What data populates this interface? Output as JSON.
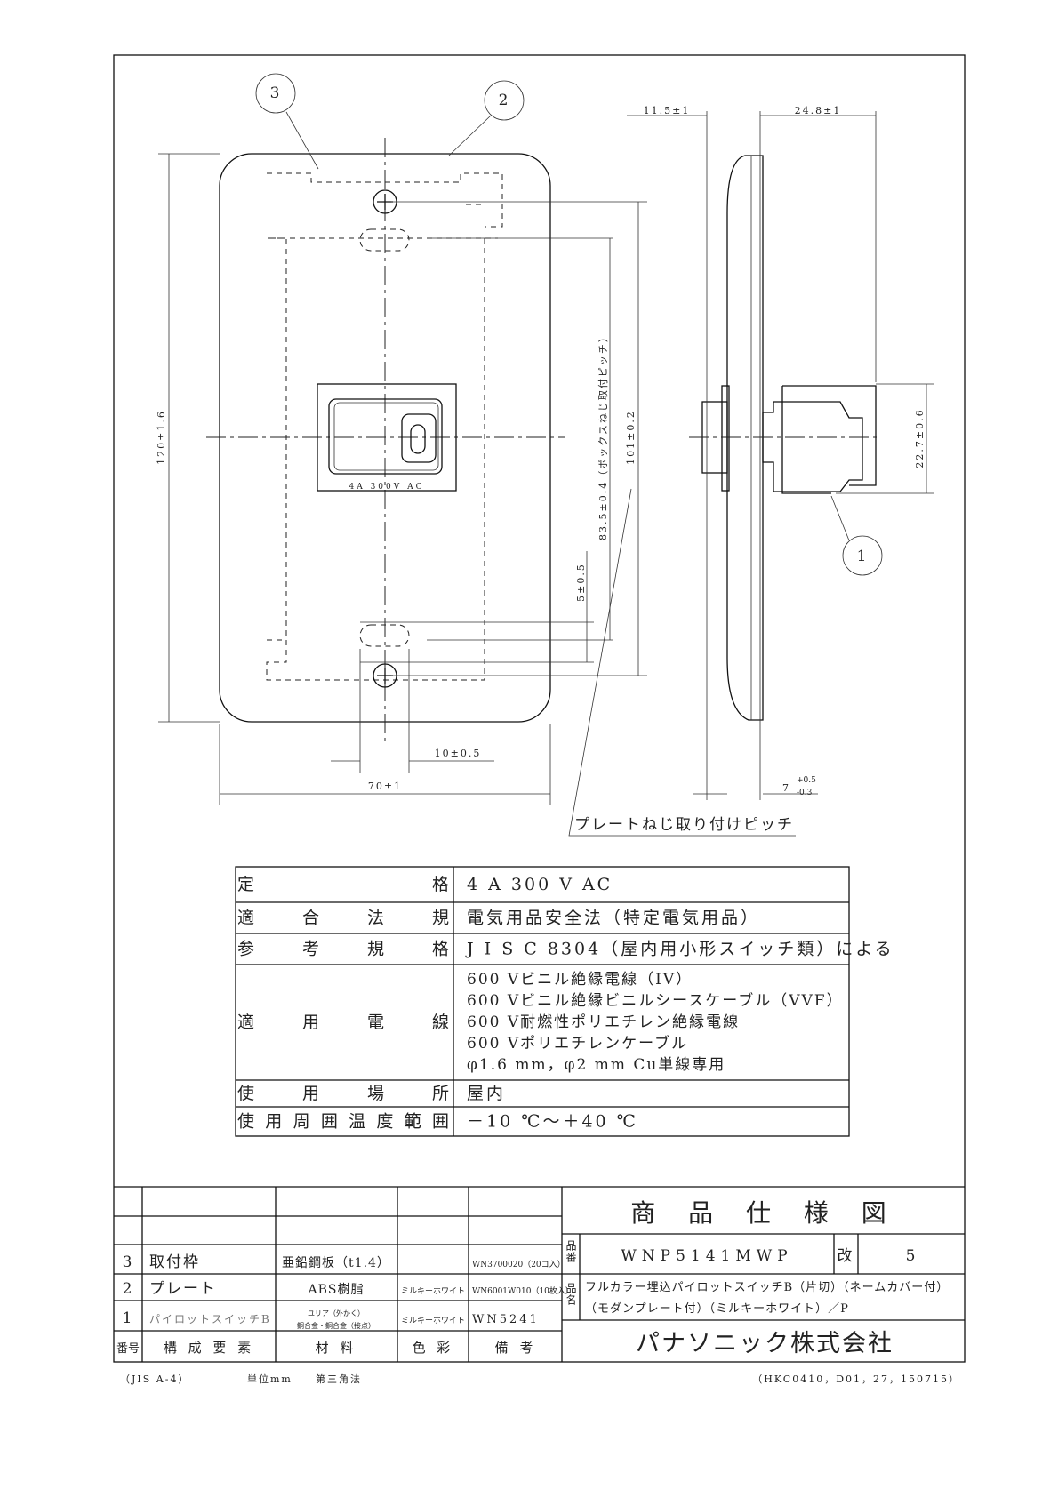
{
  "drawing": {
    "balloons": [
      "1",
      "2",
      "3"
    ],
    "switch_label": "4A 300V AC",
    "dims": {
      "depth_front": "11.5±1",
      "depth_back": "24.8±1",
      "height": "120±1.6",
      "width": "70±1",
      "frame_pitch": "101±0.2",
      "box_pitch": "83.5±0.4（ボックスねじ取付ピッチ）",
      "offset": "5±0.5",
      "hole": "10±0.5",
      "module_height": "22.7±0.6",
      "plate_thickness": "7",
      "plate_tol_upper": "+0.5",
      "plate_tol_lower": "-0.3"
    },
    "pitch_note": "プレートねじ取り付けピッチ"
  },
  "spec_table": [
    {
      "label": [
        "定",
        "格"
      ],
      "value": [
        "4 A 300 V AC"
      ]
    },
    {
      "label": [
        "適",
        "合",
        "法",
        "規"
      ],
      "value": [
        "電気用品安全法（特定電気用品）"
      ]
    },
    {
      "label": [
        "参",
        "考",
        "規",
        "格"
      ],
      "value": [
        "J I S C 8304（屋内用小形スイッチ類）による"
      ]
    },
    {
      "label": [
        "適",
        "用",
        "電",
        "線"
      ],
      "value": [
        "600 Vビニル絶縁電線（IV）",
        "600 Vビニル絶縁ビニルシースケーブル（VVF）",
        "600 V耐燃性ポリエチレン絶縁電線",
        "600 Vポリエチレンケーブル",
        "φ1.6 mm，φ2 mm Cu単線専用"
      ]
    },
    {
      "label": [
        "使",
        "用",
        "場",
        "所"
      ],
      "value": [
        "屋内"
      ]
    },
    {
      "label": [
        "使",
        "用",
        "周",
        "囲",
        "温",
        "度",
        "範",
        "囲"
      ],
      "value": [
        "－10 ℃～＋40 ℃"
      ]
    }
  ],
  "parts_table": {
    "headers": [
      "番号",
      "構 成 要 素",
      "材 料",
      "色 彩",
      "備 考"
    ],
    "rows": [
      {
        "no": "3",
        "part": "取付枠",
        "material": "亜鉛鋼板（t1.4）",
        "material2": "",
        "color": "",
        "note": "WN3700020（20コ入）"
      },
      {
        "no": "2",
        "part": "プレート",
        "material": "ABS樹脂",
        "material2": "",
        "color": "ミルキーホワイト",
        "note": "WN6001W010（10枚入）"
      },
      {
        "no": "1",
        "part": "パイロットスイッチB",
        "material": "ユリア（外かく）",
        "material2": "銅合金・銅合金（接点）",
        "color": "ミルキーホワイト",
        "note": "WN5241"
      }
    ]
  },
  "title_block": {
    "title": "商 品 仕 様 図",
    "part_no_label": "品番",
    "part_no": "WNP5141MWP",
    "rev_label": "改",
    "rev": "5",
    "name_label": "品名",
    "name_line1": "フルカラー埋込パイロットスイッチB（片切）（ネームカバー付）",
    "name_line2": "（モダンプレート付）（ミルキーホワイト）／P",
    "company": "パナソニック株式会社"
  },
  "footer": {
    "paper": "（JIS A-4）",
    "unit": "単位mm",
    "projection": "第三角法",
    "doc_code": "（HKC0410，D01，27，150715）"
  }
}
